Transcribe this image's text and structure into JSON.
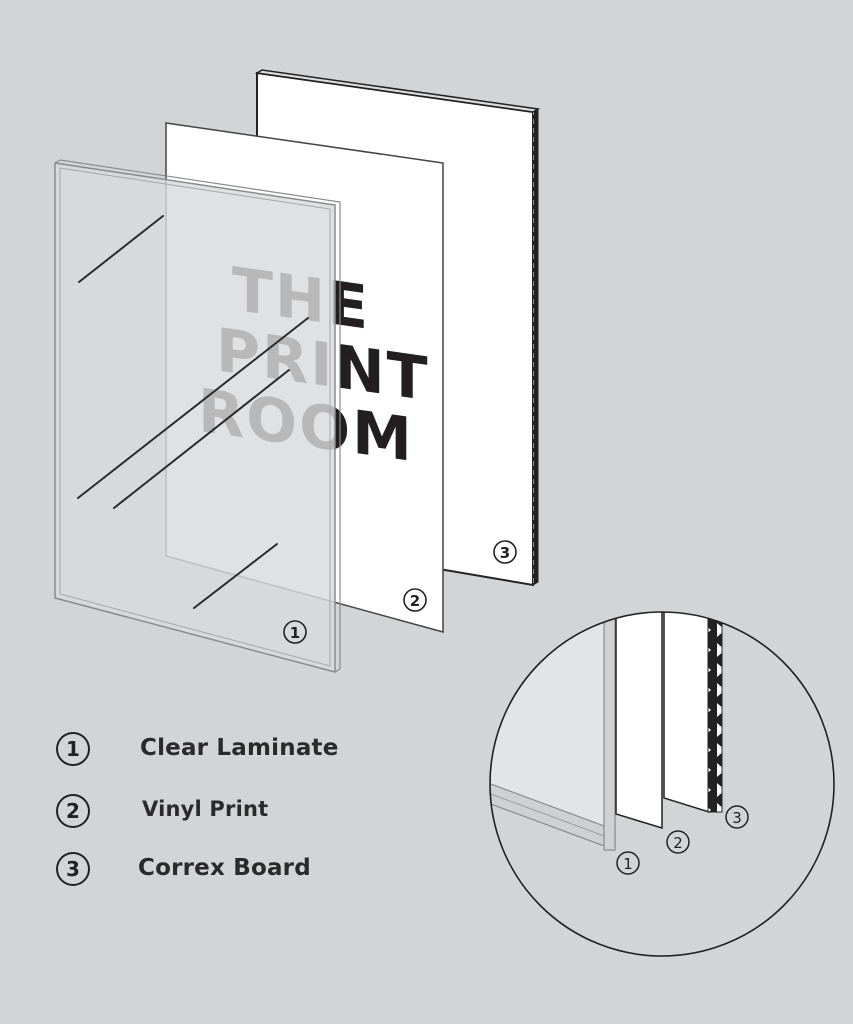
{
  "diagram": {
    "title_lines": [
      "THE",
      "PRINT",
      "ROOM"
    ],
    "layers": [
      {
        "id": 1,
        "badge": "1",
        "label": "Clear Laminate"
      },
      {
        "id": 2,
        "badge": "2",
        "label": "Vinyl Print"
      },
      {
        "id": 3,
        "badge": "3",
        "label": "Correx Board"
      }
    ],
    "detail_view": {
      "badges": [
        "1",
        "2",
        "3"
      ],
      "description": "Magnified edge cross-section showing the three layers"
    }
  },
  "legend": {
    "items": [
      {
        "badge": "1",
        "label": "Clear Laminate"
      },
      {
        "badge": "2",
        "label": "Vinyl Print"
      },
      {
        "badge": "3",
        "label": "Correx Board"
      }
    ]
  },
  "colors": {
    "background": "#d3d4d6",
    "panel_white": "#ffffff",
    "laminate_tint": "#d9dadc",
    "outline": "#222222",
    "text_dark": "#231f20",
    "text_through_laminate": "#8a8b8d"
  }
}
